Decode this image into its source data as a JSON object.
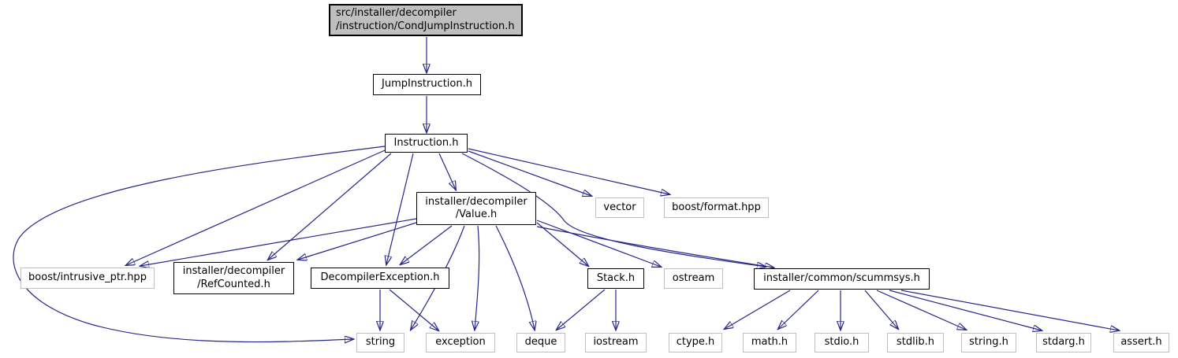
{
  "diagram": {
    "type": "include-dependency-graph",
    "colors": {
      "edge": "#26268b",
      "root_fill": "#bfbfbf",
      "linked_border": "#000000",
      "external_border": "#c0c0c0",
      "background": "#ffffff",
      "text": "#000000"
    },
    "nodes": [
      {
        "id": "condjump",
        "label": "src/installer/decompiler\n/instruction/CondJumpInstruction.h",
        "kind": "root"
      },
      {
        "id": "jump",
        "label": "JumpInstruction.h",
        "kind": "linked"
      },
      {
        "id": "instruction",
        "label": "Instruction.h",
        "kind": "linked"
      },
      {
        "id": "value",
        "label": "installer/decompiler\n/Value.h",
        "kind": "linked"
      },
      {
        "id": "vector",
        "label": "vector",
        "kind": "external"
      },
      {
        "id": "format",
        "label": "boost/format.hpp",
        "kind": "external"
      },
      {
        "id": "intrusive",
        "label": "boost/intrusive_ptr.hpp",
        "kind": "external"
      },
      {
        "id": "refcounted",
        "label": "installer/decompiler\n/RefCounted.h",
        "kind": "linked"
      },
      {
        "id": "decompexc",
        "label": "DecompilerException.h",
        "kind": "linked"
      },
      {
        "id": "stack",
        "label": "Stack.h",
        "kind": "linked"
      },
      {
        "id": "ostream",
        "label": "ostream",
        "kind": "external"
      },
      {
        "id": "scummsys",
        "label": "installer/common/scummsys.h",
        "kind": "linked"
      },
      {
        "id": "string",
        "label": "string",
        "kind": "external"
      },
      {
        "id": "exception",
        "label": "exception",
        "kind": "external"
      },
      {
        "id": "deque",
        "label": "deque",
        "kind": "external"
      },
      {
        "id": "iostream",
        "label": "iostream",
        "kind": "external"
      },
      {
        "id": "ctype",
        "label": "ctype.h",
        "kind": "external"
      },
      {
        "id": "math",
        "label": "math.h",
        "kind": "external"
      },
      {
        "id": "stdio",
        "label": "stdio.h",
        "kind": "external"
      },
      {
        "id": "stdlib",
        "label": "stdlib.h",
        "kind": "external"
      },
      {
        "id": "stringh",
        "label": "string.h",
        "kind": "external"
      },
      {
        "id": "stdarg",
        "label": "stdarg.h",
        "kind": "external"
      },
      {
        "id": "asserth",
        "label": "assert.h",
        "kind": "external"
      }
    ],
    "edges": [
      {
        "from": "condjump",
        "to": "jump"
      },
      {
        "from": "jump",
        "to": "instruction"
      },
      {
        "from": "instruction",
        "to": "value"
      },
      {
        "from": "instruction",
        "to": "vector"
      },
      {
        "from": "instruction",
        "to": "format"
      },
      {
        "from": "instruction",
        "to": "scummsys"
      },
      {
        "from": "instruction",
        "to": "intrusive"
      },
      {
        "from": "instruction",
        "to": "refcounted"
      },
      {
        "from": "instruction",
        "to": "decompexc"
      },
      {
        "from": "instruction",
        "to": "string"
      },
      {
        "from": "value",
        "to": "intrusive"
      },
      {
        "from": "value",
        "to": "refcounted"
      },
      {
        "from": "value",
        "to": "decompexc"
      },
      {
        "from": "value",
        "to": "string"
      },
      {
        "from": "value",
        "to": "exception"
      },
      {
        "from": "value",
        "to": "deque"
      },
      {
        "from": "value",
        "to": "stack"
      },
      {
        "from": "value",
        "to": "ostream"
      },
      {
        "from": "value",
        "to": "scummsys"
      },
      {
        "from": "decompexc",
        "to": "string"
      },
      {
        "from": "decompexc",
        "to": "exception"
      },
      {
        "from": "stack",
        "to": "deque"
      },
      {
        "from": "stack",
        "to": "iostream"
      },
      {
        "from": "scummsys",
        "to": "ctype"
      },
      {
        "from": "scummsys",
        "to": "math"
      },
      {
        "from": "scummsys",
        "to": "stdio"
      },
      {
        "from": "scummsys",
        "to": "stdlib"
      },
      {
        "from": "scummsys",
        "to": "stringh"
      },
      {
        "from": "scummsys",
        "to": "stdarg"
      },
      {
        "from": "scummsys",
        "to": "asserth"
      }
    ]
  }
}
